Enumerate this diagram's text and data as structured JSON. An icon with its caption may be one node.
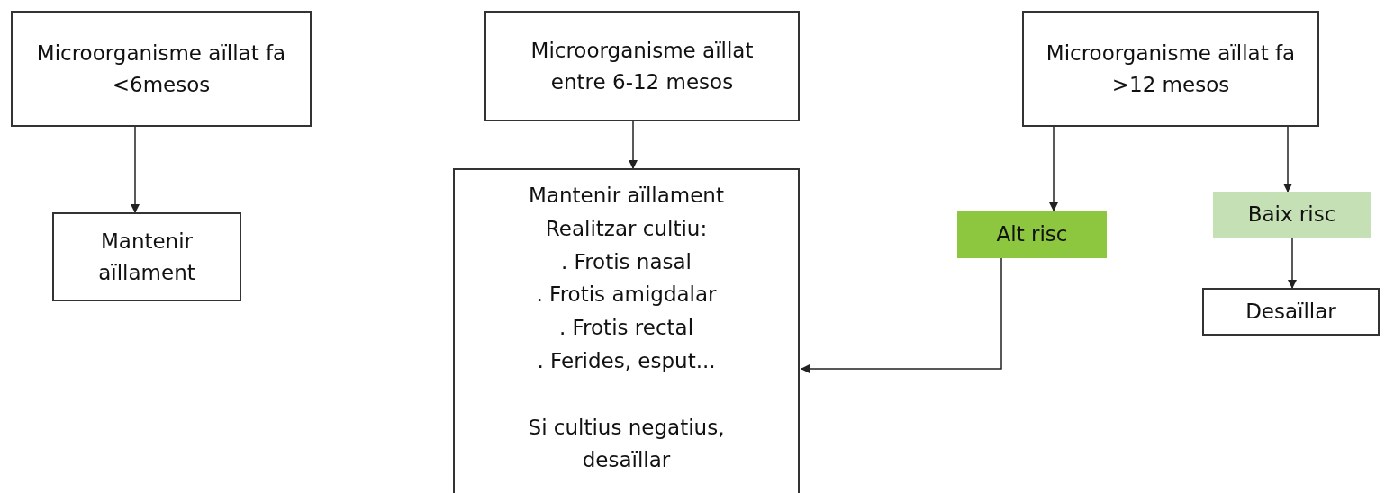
{
  "diagram": {
    "nodes": [
      {
        "text": [
          "Microorganisme aïllat fa <6mesos"
        ]
      },
      {
        "text": [
          "Mantenir aïllament"
        ]
      },
      {
        "text": [
          "Microorganisme aïllat entre 6-12 mesos"
        ]
      },
      {
        "text": [
          "Mantenir aïllament",
          "Realitzar cultiu:",
          ". Frotis nasal",
          ". Frotis amigdalar",
          ". Frotis rectal",
          ". Ferides, esput...",
          "Si cultius negatius, desaïllar"
        ]
      },
      {
        "text": [
          "Microorganisme aïllat fa >12 mesos"
        ]
      },
      {
        "text": [
          "Alt risc"
        ]
      },
      {
        "text": [
          "Baix risc"
        ]
      },
      {
        "text": [
          "Desaïllar"
        ]
      }
    ],
    "edges": [
      {
        "from": 0,
        "to": 1,
        "arrow": "to"
      },
      {
        "from": 2,
        "to": 3,
        "arrow": "to"
      },
      {
        "from": 4,
        "to": 5,
        "arrow": "to"
      },
      {
        "from": 4,
        "to": 6,
        "arrow": "to"
      },
      {
        "from": 5,
        "to": 3,
        "arrow": "to"
      },
      {
        "from": 6,
        "to": 7,
        "arrow": "to"
      }
    ]
  }
}
